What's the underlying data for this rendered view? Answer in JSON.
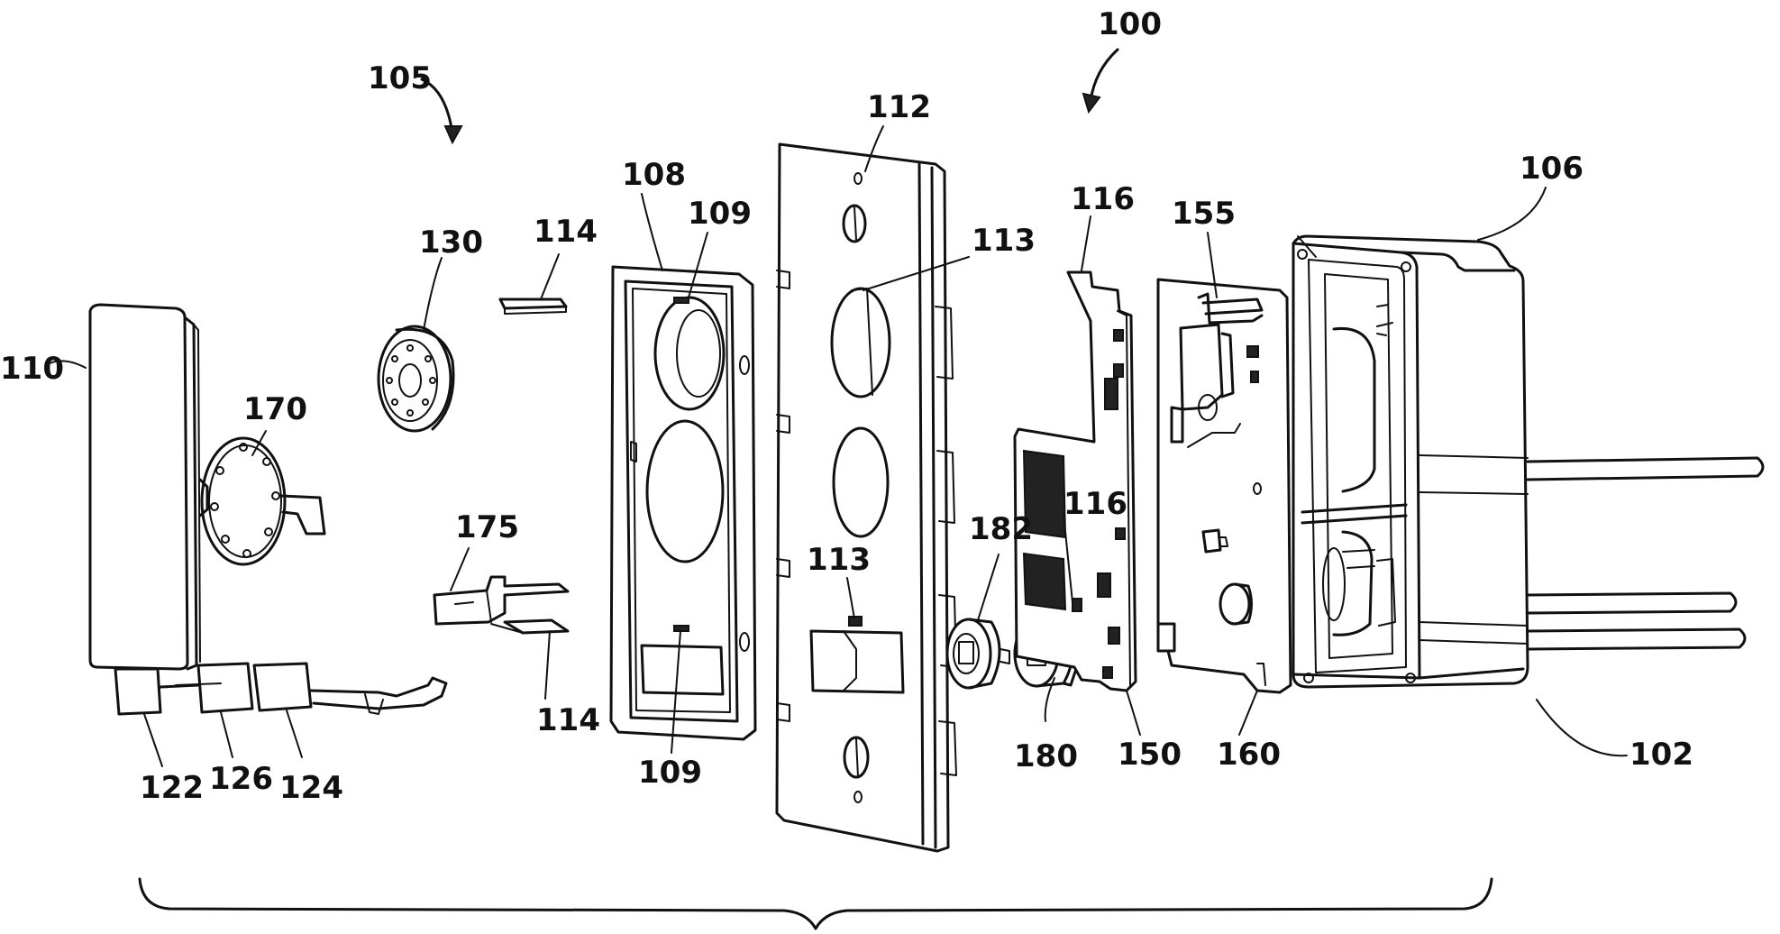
{
  "labels": {
    "l100": "100",
    "l105": "105",
    "l112": "112",
    "l108": "108",
    "l109a": "109",
    "l109b": "109",
    "l106": "106",
    "l116a": "116",
    "l116b": "116",
    "l155": "155",
    "l113a": "113",
    "l113b": "113",
    "l130": "130",
    "l114a": "114",
    "l114b": "114",
    "l110": "110",
    "l170": "170",
    "l175": "175",
    "l182": "182",
    "l180": "180",
    "l150": "150",
    "l160": "160",
    "l102": "102",
    "l122": "122",
    "l126": "126",
    "l124": "124"
  }
}
